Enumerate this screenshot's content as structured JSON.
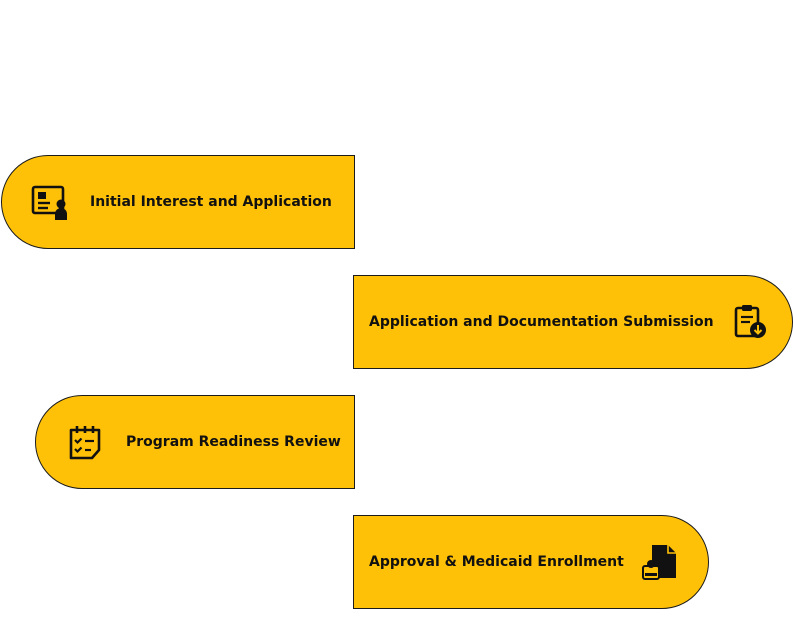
{
  "title": "",
  "steps": [
    {
      "label": "Initial Interest and Application",
      "icon": "id-card-person-icon",
      "side": "left",
      "description": ""
    },
    {
      "label": "Application and Documentation Submission",
      "icon": "clipboard-download-icon",
      "side": "right",
      "description": ""
    },
    {
      "label": "Program Readiness Review",
      "icon": "calendar-checklist-icon",
      "side": "left",
      "description": ""
    },
    {
      "label": "Approval & Medicaid Enrollment",
      "icon": "document-stamp-icon",
      "side": "right",
      "description": ""
    }
  ],
  "colors": {
    "fill": "#ffc107",
    "stroke": "#1b1b1b",
    "text": "#111111"
  }
}
